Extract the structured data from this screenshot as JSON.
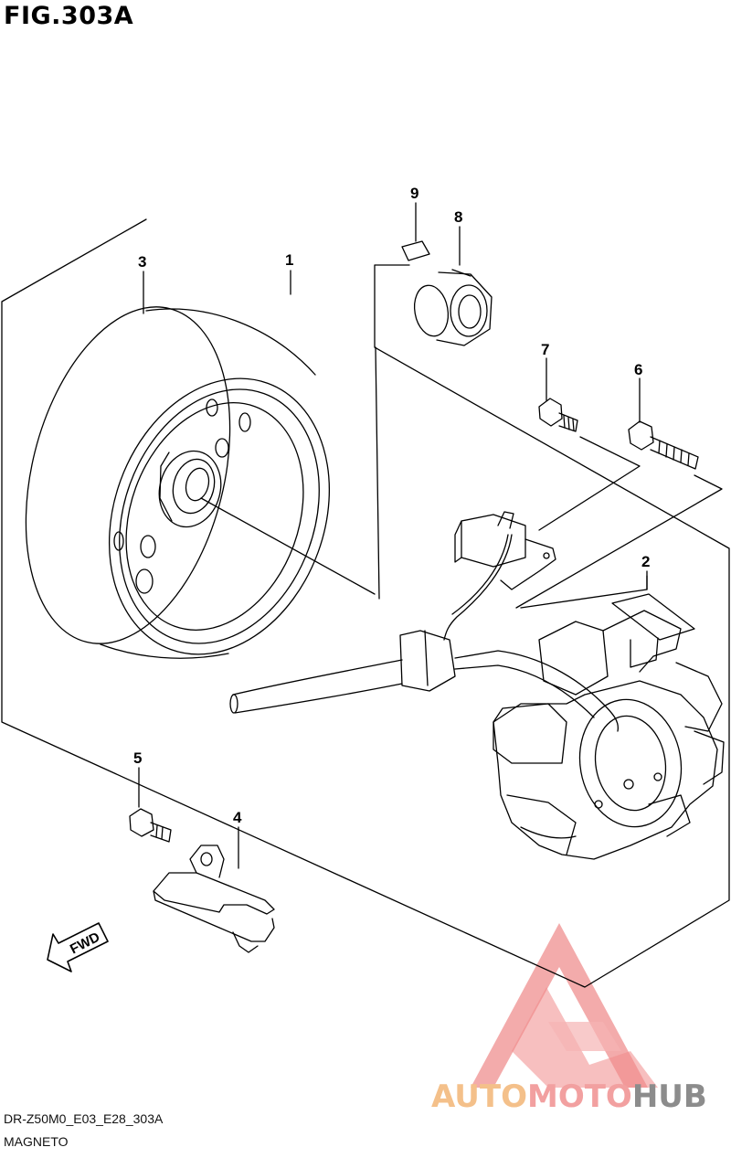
{
  "header": {
    "figure_title": "FIG.303A"
  },
  "callouts": {
    "c1": "1",
    "c2": "2",
    "c3": "3",
    "c4": "4",
    "c5": "5",
    "c6": "6",
    "c7": "7",
    "c8": "8",
    "c9": "9"
  },
  "fwd_arrow": {
    "label": "FWD"
  },
  "footer": {
    "code": "DR-Z50M0_E03_E28_303A",
    "caption": "MAGNETO"
  },
  "watermark": {
    "part1": "AUTO",
    "part2": "MOTO",
    "part3": "HUB"
  },
  "colors": {
    "line": "#000000",
    "watermark_red": "#f08a8a",
    "watermark_orange": "#f4c08a",
    "watermark_gray": "#8c8c8c"
  }
}
